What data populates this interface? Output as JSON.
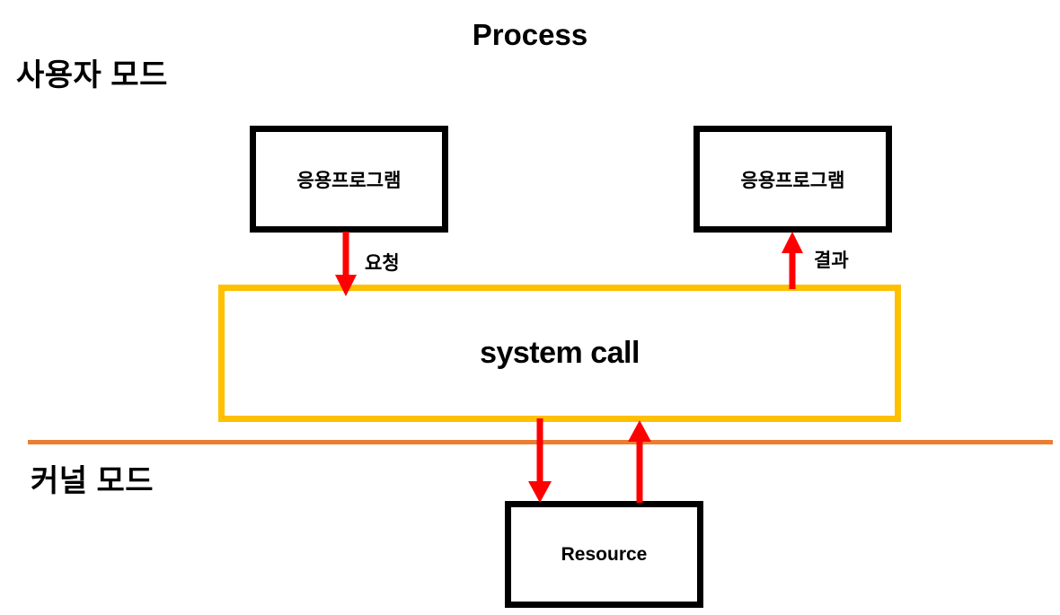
{
  "diagram": {
    "title": "Process",
    "type": "system-call-flow",
    "zones": [
      {
        "id": "user-mode",
        "label": "사용자 모드"
      },
      {
        "id": "kernel-mode",
        "label": "커널 모드"
      }
    ],
    "boxes": [
      {
        "id": "app-left",
        "label": "응용프로그램",
        "border_color": "#000000"
      },
      {
        "id": "app-right",
        "label": "응용프로그램",
        "border_color": "#000000"
      },
      {
        "id": "syscall",
        "label": "system call",
        "border_color": "#FFC000"
      },
      {
        "id": "resource",
        "label": "Resource",
        "border_color": "#000000"
      }
    ],
    "arrows": [
      {
        "id": "request",
        "label": "요청",
        "direction": "down",
        "color": "#FF0000",
        "from": "app-left",
        "to": "syscall"
      },
      {
        "id": "result",
        "label": "결과",
        "direction": "up",
        "color": "#FF0000",
        "from": "syscall",
        "to": "app-right"
      },
      {
        "id": "syscall-down",
        "label": "",
        "direction": "down",
        "color": "#FF0000",
        "from": "syscall",
        "to": "resource"
      },
      {
        "id": "syscall-up",
        "label": "",
        "direction": "up",
        "color": "#FF0000",
        "from": "resource",
        "to": "syscall"
      }
    ],
    "divider": {
      "id": "mode-divider",
      "color": "#ED7D31"
    }
  }
}
